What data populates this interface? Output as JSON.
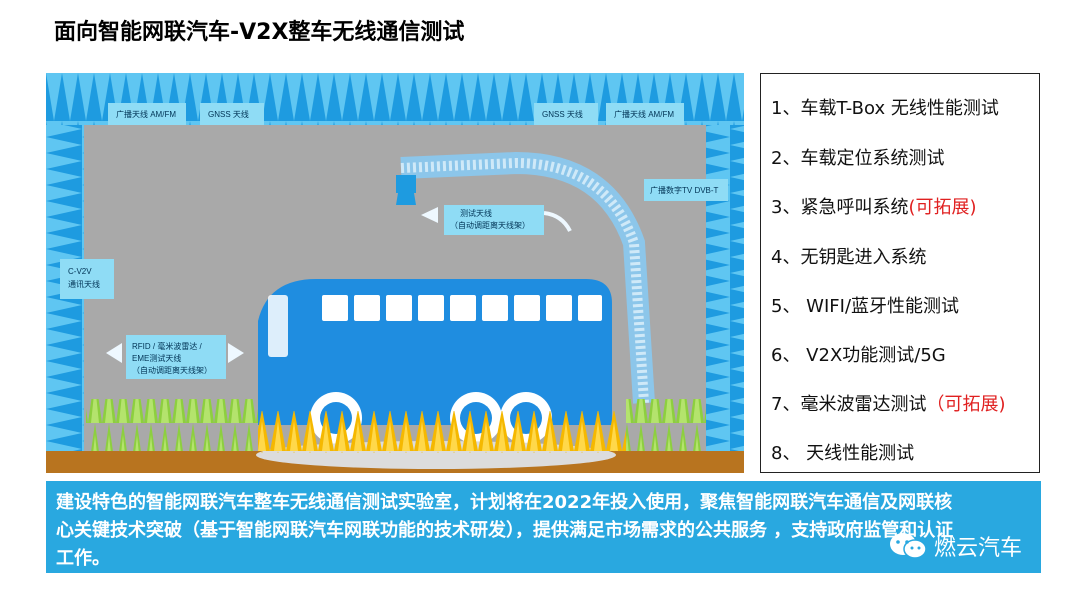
{
  "title": "面向智能网联汽车-V2X整车无线通信测试",
  "chamber": {
    "antenna_labels": [
      {
        "id": "am-fm-left",
        "text": "广播天线 AM/FM"
      },
      {
        "id": "gnss-left",
        "text": "GNSS 天线"
      },
      {
        "id": "gnss-right",
        "text": "GNSS 天线"
      },
      {
        "id": "am-fm-right",
        "text": "广播天线 AM/FM"
      }
    ],
    "dvb_label": "广播数字TV DVB-T",
    "test_antenna_label_1": "测试天线",
    "test_antenna_label_2": "（自动调距离天线架）",
    "cv2x_label_1": "C-V2V",
    "cv2x_label_2": "通讯天线",
    "rfid_label_1": "RFID / 毫米波雷达 /",
    "rfid_label_2": "EME测试天线",
    "rfid_label_3": "（自动调距离天线架）"
  },
  "test_items": [
    {
      "num": "1、",
      "text": "车载T-Box 无线性能测试",
      "note": ""
    },
    {
      "num": "2、",
      "text": "车载定位系统测试",
      "note": ""
    },
    {
      "num": "3、",
      "text": "紧急呼叫系统",
      "note": "(可拓展)"
    },
    {
      "num": "4、",
      "text": "无钥匙进入系统",
      "note": ""
    },
    {
      "num": "5、",
      "text": " WIFI/蓝牙性能测试",
      "note": ""
    },
    {
      "num": "6、",
      "text": " V2X功能测试/5G",
      "note": ""
    },
    {
      "num": "7、",
      "text": "毫米波雷达测试",
      "note": "（可拓展)"
    },
    {
      "num": "8、",
      "text": " 天线性能测试",
      "note": ""
    }
  ],
  "banner_text": "建设特色的智能网联汽车整车无线通信测试实验室，计划将在2022年投入使用，聚焦智能网联汽车通信及网联核心关键技术突破（基于智能网联汽车网联功能的技术研发），提供满足市场需求的公共服务 ，支持政府监管和认证工作。",
  "watermark": "燃云汽车",
  "colors": {
    "absorber_blue": "#1e9be0",
    "chamber_gray": "#a9a9a9",
    "floor_brown": "#b8741f",
    "bus_blue": "#1f8de0",
    "green_absorber": "#8dcf3f",
    "yellow_absorber": "#f5b800",
    "banner_blue": "#29a8e0",
    "label_box": "#8fdcf5"
  }
}
